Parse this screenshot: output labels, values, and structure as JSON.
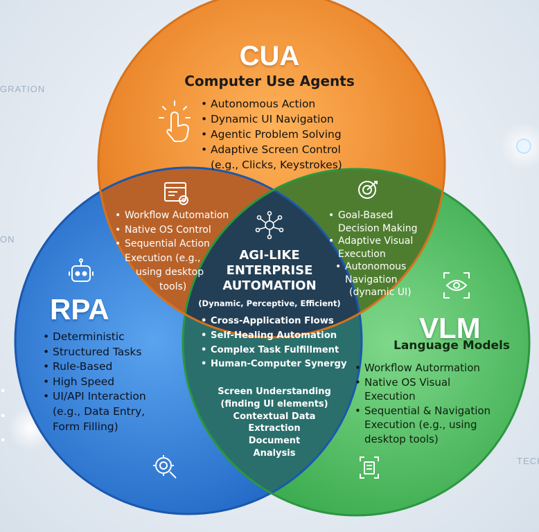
{
  "background_text": {
    "left_1": "GRATION",
    "left_2": "ON",
    "right_1": "TECH"
  },
  "colors": {
    "cua": "#f08a2a",
    "rpa": "#2f7fd6",
    "vlm": "#4bbd5b",
    "center": "#1f3f55"
  },
  "cua": {
    "title": "CUA",
    "subtitle": "Computer Use Agents",
    "icon": "hand-click-icon",
    "items": [
      "Autonomous Action",
      "Dynamic UI Navigation",
      "Agentic Problem Solving",
      "Adaptive Screen Control",
      "(e.g., Clicks, Keystrokes)"
    ]
  },
  "rpa": {
    "title": "RPA",
    "icon": "robot-icon",
    "items": [
      "Deterministic",
      "Structured Tasks",
      "Rule-Based",
      "High Speed",
      "UI/API Interaction",
      "(e.g., Data Entry,",
      "Form Filling)"
    ]
  },
  "vlm": {
    "title": "VLM",
    "subtitle": "Language Models",
    "icon": "eye-icon",
    "items": [
      "Workflow Autormation",
      "Native OS Visual",
      "Execution",
      "Sequential & Navigation",
      "Execution (e.g., using",
      "desktop tools)"
    ]
  },
  "cua_rpa": {
    "icon": "browser-gear-icon",
    "items": [
      "Workflow Automation",
      "Native OS Control",
      "Sequential Action",
      "Execution (e.g.,",
      "using desktop",
      "tools)"
    ]
  },
  "cua_vlm": {
    "icon": "target-icon",
    "items": [
      "Goal-Based",
      "Decision Making",
      "Adaptive Visual",
      "Execution",
      "Autonomous",
      "Navigation",
      "(dynamic UI)"
    ]
  },
  "center": {
    "icon": "network-brain-icon",
    "title_lines": [
      "AGI-LIKE",
      "ENTERPRISE",
      "AUTOMATION"
    ],
    "subtitle": "(Dynamic, Perceptive, Efficient)",
    "items": [
      "Cross-Application Flows",
      "Self-Healing Automation",
      "Complex Task Fulfillment",
      "Human-Computer Synergy"
    ]
  },
  "rpa_vlm": {
    "items": [
      "Screen Understanding",
      "(finding UI elements)",
      "Contextual Data",
      "Extraction",
      "Document",
      "Analysis"
    ]
  },
  "rpa_bottom": {
    "icon": "gear-search-icon"
  },
  "vlm_bottom": {
    "icon": "document-scan-icon"
  }
}
